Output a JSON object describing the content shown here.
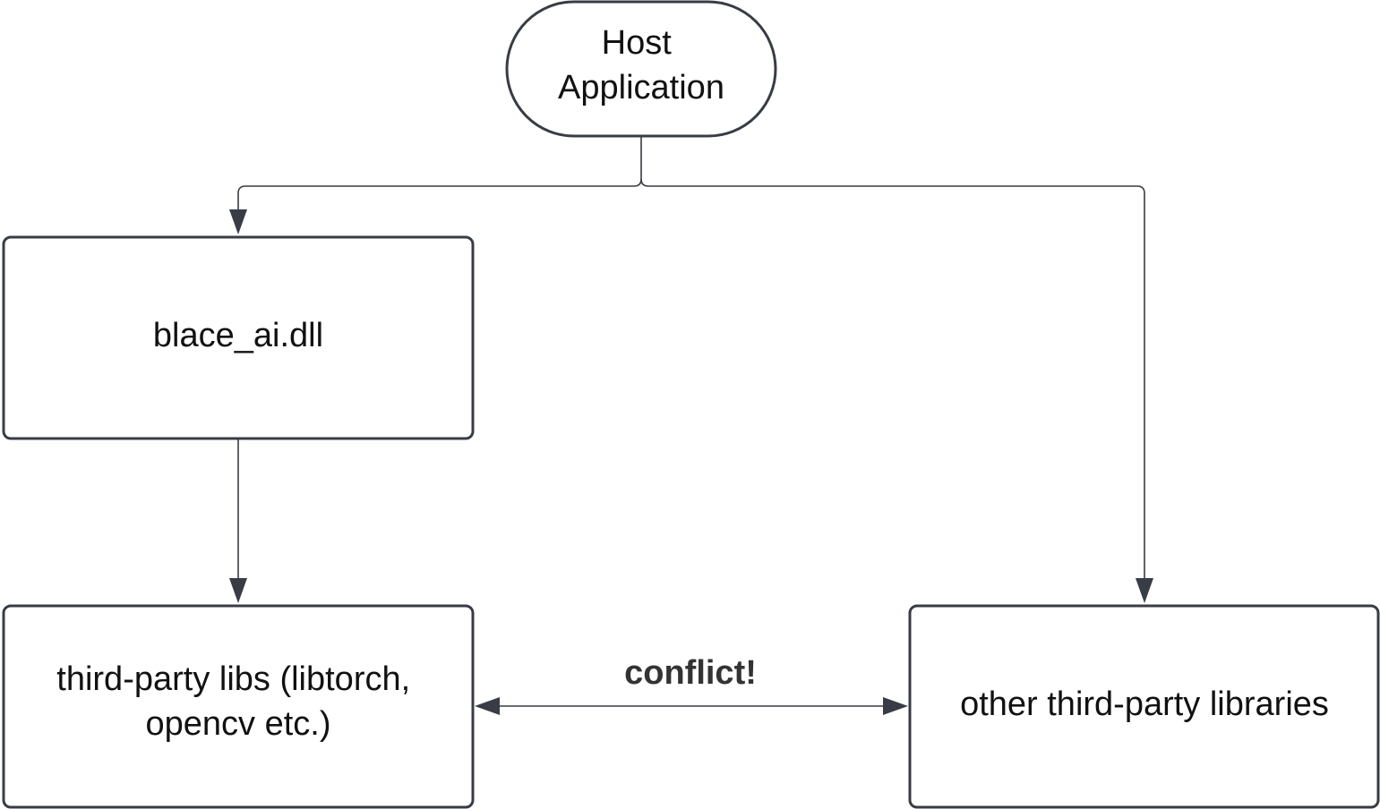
{
  "nodes": {
    "host": {
      "line1": "Host",
      "line2": "Application"
    },
    "blace": {
      "label": "blace_ai.dll"
    },
    "third_party": {
      "line1": "third-party libs (libtorch,",
      "line2": "opencv etc.)"
    },
    "other": {
      "label": "other third-party libraries"
    }
  },
  "edges": {
    "conflict": {
      "label": "conflict!"
    }
  },
  "colors": {
    "stroke": "#383c44",
    "text": "#111111",
    "edge_label": "#333333",
    "background": "#ffffff"
  }
}
